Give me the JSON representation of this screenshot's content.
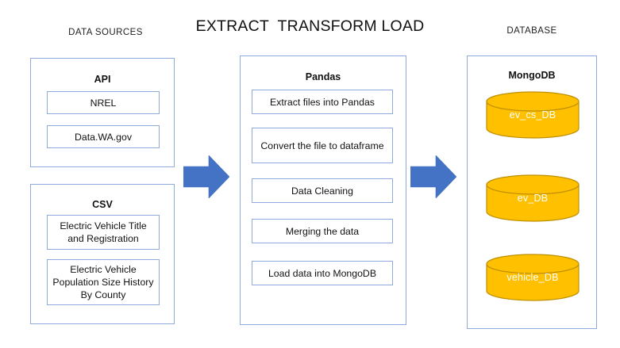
{
  "diagram": {
    "title": "EXTRACT  TRANSFORM LOAD",
    "colors": {
      "box_border": "#8FAADC",
      "arrow_fill": "#4472C4",
      "cylinder_fill": "#FFC000",
      "cylinder_stroke": "#BF8F00",
      "background": "#FFFFFF",
      "text": "#111111",
      "cylinder_label_text": "#FFFFFF"
    },
    "columns": {
      "left": {
        "header": "DATA SOURCES",
        "groups": [
          {
            "id": "api",
            "title": "API",
            "items": [
              {
                "label": "NREL"
              },
              {
                "label": "Data.WA.gov"
              }
            ]
          },
          {
            "id": "csv",
            "title": "CSV",
            "items": [
              {
                "label": "Electric Vehicle Title and Registration"
              },
              {
                "label": "Electric Vehicle Population Size History By County"
              }
            ]
          }
        ]
      },
      "middle": {
        "header": "",
        "groups": [
          {
            "id": "pandas",
            "title": "Pandas",
            "items": [
              {
                "label": "Extract files into Pandas"
              },
              {
                "label": "Convert the file to dataframe"
              },
              {
                "label": "Data Cleaning"
              },
              {
                "label": "Merging the data"
              },
              {
                "label": "Load data into MongoDB"
              }
            ]
          }
        ]
      },
      "right": {
        "header": "DATABASE",
        "groups": [
          {
            "id": "mongodb",
            "title": "MongoDB",
            "items": [
              {
                "label": "ev_cs_DB"
              },
              {
                "label": "ev_DB"
              },
              {
                "label": "vehicle_DB"
              }
            ]
          }
        ]
      }
    },
    "connectors": [
      {
        "id": "arrow-sources-to-pandas",
        "shape": "right-arrow",
        "from": "DATA SOURCES",
        "to": "Pandas"
      },
      {
        "id": "arrow-pandas-to-database",
        "shape": "right-arrow",
        "from": "Pandas",
        "to": "MongoDB"
      }
    ]
  }
}
